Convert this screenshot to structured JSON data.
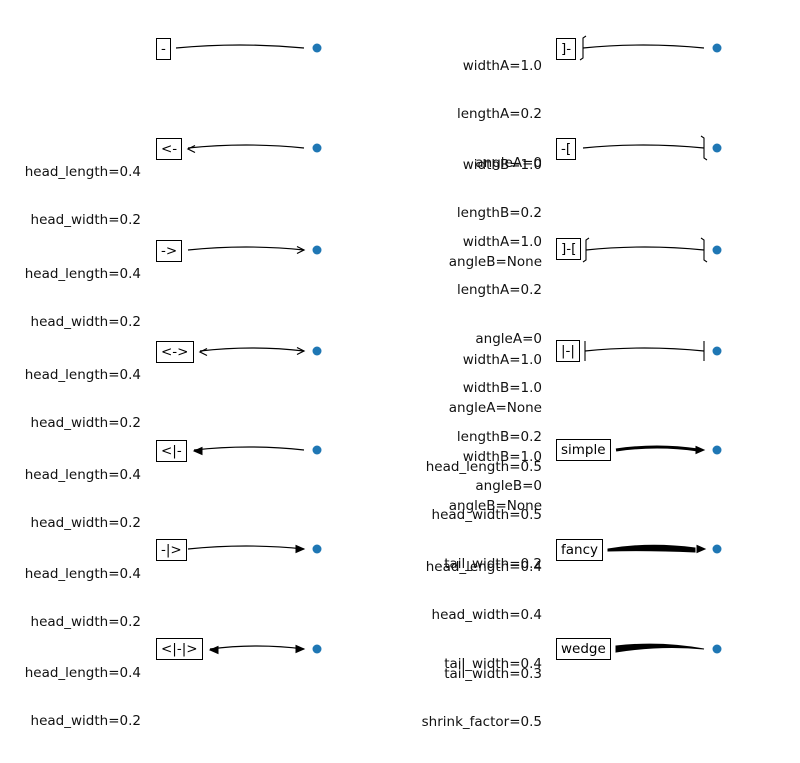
{
  "dot_color": "#1f77b4",
  "line_color": "#000000",
  "rows": [
    {
      "label": "-",
      "params": []
    },
    {
      "label": "<-",
      "params": [
        "head_length=0.4",
        "head_width=0.2"
      ]
    },
    {
      "label": "->",
      "params": [
        "head_length=0.4",
        "head_width=0.2"
      ]
    },
    {
      "label": "<->",
      "params": [
        "head_length=0.4",
        "head_width=0.2"
      ]
    },
    {
      "label": "<|-",
      "params": [
        "head_length=0.4",
        "head_width=0.2"
      ]
    },
    {
      "label": "-|>",
      "params": [
        "head_length=0.4",
        "head_width=0.2"
      ]
    },
    {
      "label": "<|-|>",
      "params": [
        "head_length=0.4",
        "head_width=0.2"
      ]
    },
    {
      "label": "]-",
      "params": [
        "widthA=1.0",
        "lengthA=0.2",
        "angleA=0"
      ]
    },
    {
      "label": "-[",
      "params": [
        "widthB=1.0",
        "lengthB=0.2",
        "angleB=None"
      ]
    },
    {
      "label": "]-[",
      "params": [
        "widthA=1.0",
        "lengthA=0.2",
        "angleA=0",
        "widthB=1.0",
        "lengthB=0.2",
        "angleB=0"
      ]
    },
    {
      "label": "|-|",
      "params": [
        "widthA=1.0",
        "angleA=None",
        "widthB=1.0",
        "angleB=None"
      ]
    },
    {
      "label": "simple",
      "params": [
        "head_length=0.5",
        "head_width=0.5",
        "tail_width=0.2"
      ]
    },
    {
      "label": "fancy",
      "params": [
        "head_length=0.4",
        "head_width=0.4",
        "tail_width=0.4"
      ]
    },
    {
      "label": "wedge",
      "params": [
        "tail_width=0.3",
        "shrink_factor=0.5"
      ]
    }
  ]
}
